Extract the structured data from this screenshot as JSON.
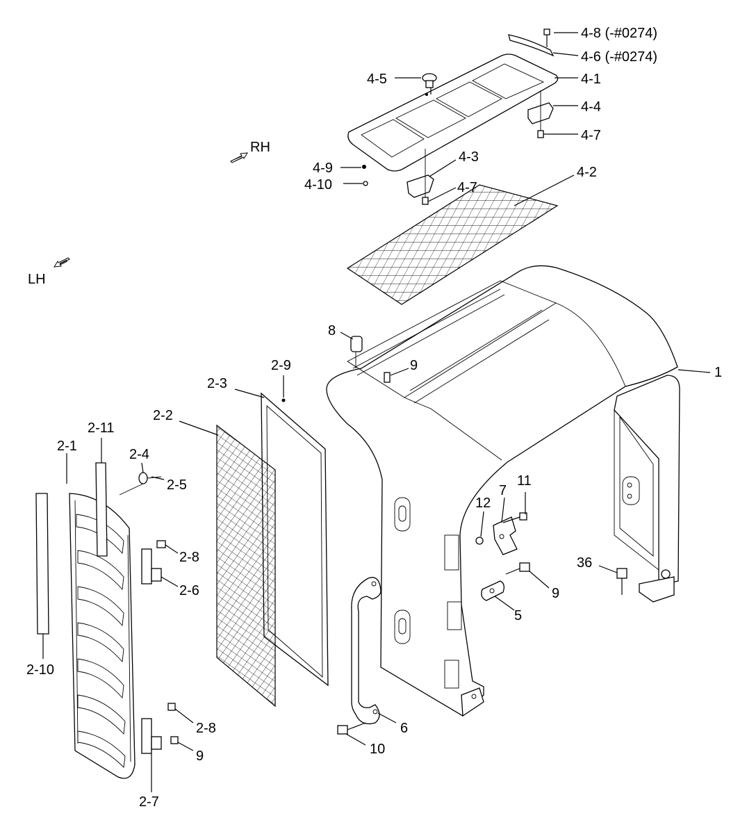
{
  "directions": {
    "rh": "RH",
    "lh": "LH"
  },
  "labels": {
    "p4_8": "4-8 (-#0274)",
    "p4_6": "4-6 (-#0274)",
    "p4_5": "4-5",
    "p4_1": "4-1",
    "p4_4": "4-4",
    "p4_7a": "4-7",
    "p4_3": "4-3",
    "p4_9": "4-9",
    "p4_10": "4-10",
    "p4_7b": "4-7",
    "p4_2": "4-2",
    "p8": "8",
    "p9a": "9",
    "p1": "1",
    "p2_9": "2-9",
    "p2_3": "2-3",
    "p2_2": "2-2",
    "p2_11": "2-11",
    "p2_1": "2-1",
    "p2_4": "2-4",
    "p2_5": "2-5",
    "p2_8a": "2-8",
    "p2_6": "2-6",
    "p2_10": "2-10",
    "p2_8b": "2-8",
    "p9b": "9",
    "p2_7": "2-7",
    "p12": "12",
    "p7": "7",
    "p11": "11",
    "p9c": "9",
    "p5": "5",
    "p36": "36",
    "p6": "6",
    "p10": "10"
  }
}
